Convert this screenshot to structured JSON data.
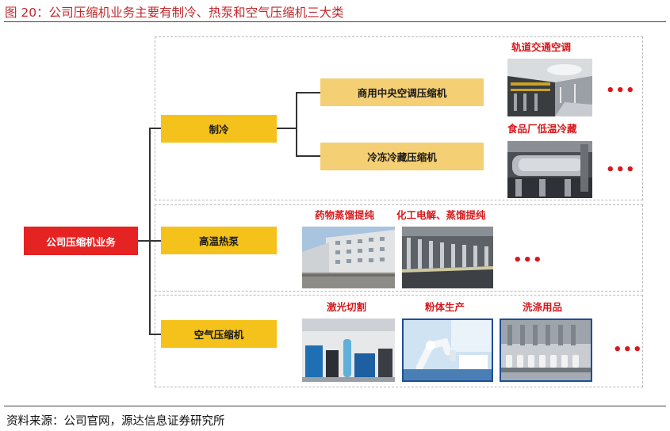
{
  "figure_title": "图 20：公司压缩机业务主要有制冷、热泵和空气压缩机三大类",
  "footer": "资料来源：公司官网，源达信息证券研究所",
  "root": {
    "label": "公司压缩机业务"
  },
  "branches": {
    "refrigeration": {
      "label": "制冷",
      "children": [
        "商用中央空调压缩机",
        "冷冻冷藏压缩机"
      ],
      "applications": [
        "轨道交通空调",
        "食品厂低温冷藏"
      ],
      "more": "•••"
    },
    "heat_pump": {
      "label": "高温热泵",
      "applications": [
        "药物蒸馏提纯",
        "化工电解、蒸馏提纯"
      ],
      "more": "•••"
    },
    "air_compressor": {
      "label": "空气压缩机",
      "applications": [
        "激光切割",
        "粉体生产",
        "洗涤用品"
      ],
      "more": "•••"
    }
  },
  "colors": {
    "title_red": "#c0282c",
    "root_red": "#e52323",
    "branch_yellow": "#f5c21b",
    "child_tan": "#f4cf74",
    "label_red": "#d7191c"
  }
}
